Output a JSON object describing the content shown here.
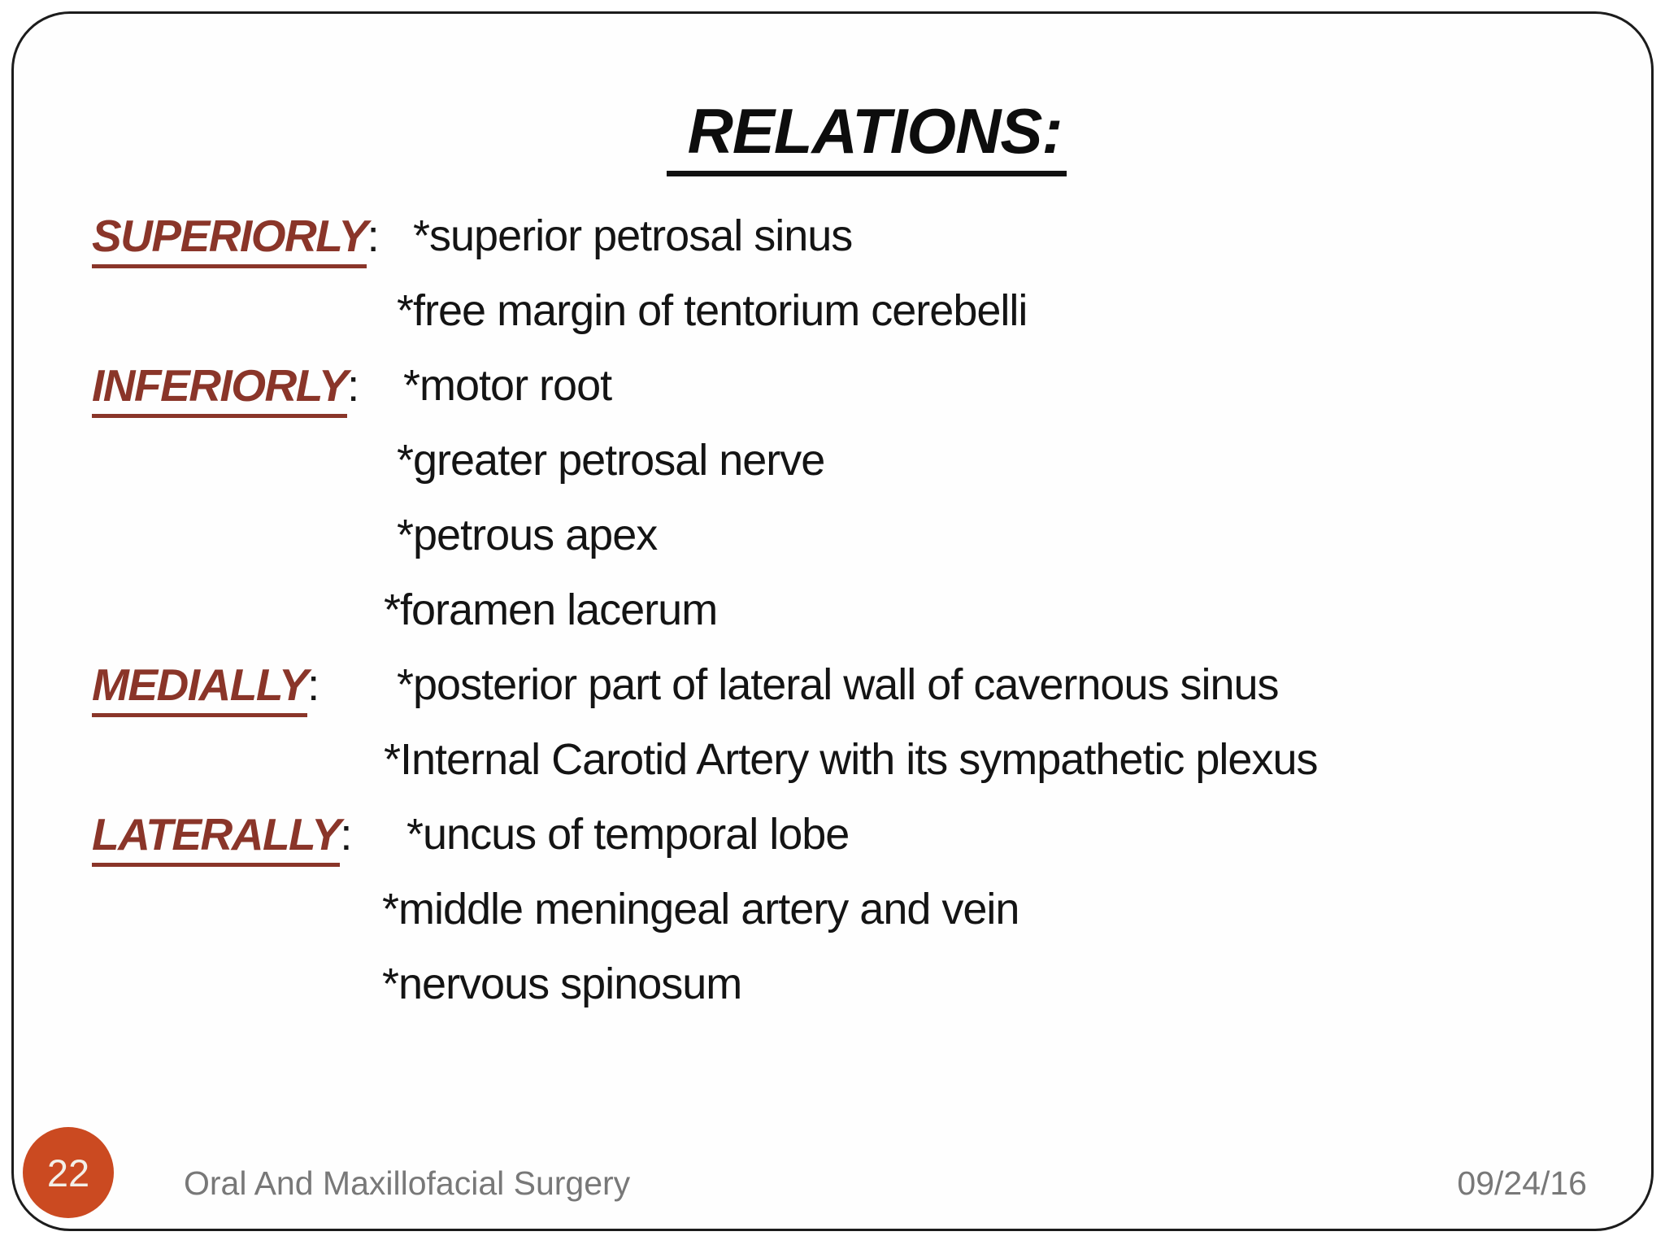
{
  "slide": {
    "title": "RELATIONS:",
    "sections": [
      {
        "label": "SUPERIORLY",
        "items": [
          "*superior petrosal sinus",
          "*free margin of tentorium cerebelli"
        ]
      },
      {
        "label": "INFERIORLY",
        "items": [
          "*motor root",
          "*greater petrosal nerve",
          "*petrous apex",
          "*foramen lacerum"
        ]
      },
      {
        "label": "MEDIALLY",
        "items": [
          "*posterior part of lateral wall of cavernous sinus",
          "*Internal Carotid Artery with its sympathetic plexus"
        ]
      },
      {
        "label": "LATERALLY",
        "items": [
          "*uncus of temporal lobe",
          "*middle meningeal artery and vein",
          "*nervous spinosum"
        ]
      }
    ],
    "punctuation": {
      "colon": ":"
    }
  },
  "footer": {
    "page_number": "22",
    "course": "Oral And Maxillofacial Surgery",
    "date": "09/24/16"
  },
  "colors": {
    "heading_maroon": "#8a3529",
    "title_black": "#0d0d0d",
    "body_text": "#141414",
    "footer_gray": "#787878",
    "page_circle_orange": "#cb4a21",
    "page_number_text": "#f3efe8",
    "border_black": "#1c1c1c"
  }
}
